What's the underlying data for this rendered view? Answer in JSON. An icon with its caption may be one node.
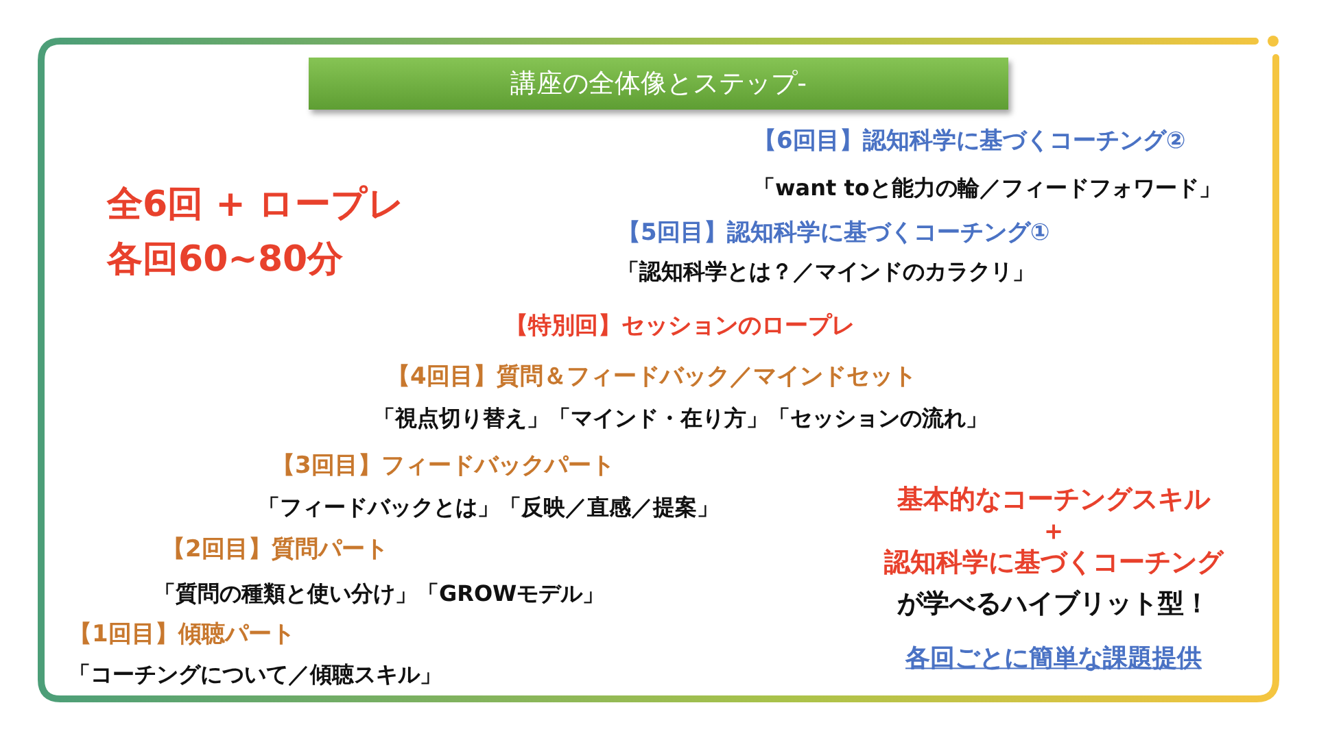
{
  "diagram": {
    "title": "講座の全体像とステップ-",
    "labels": [
      "【6回目】認知科学に基づくコーチング②",
      "「want toと能力の輪／フィードフォワード」",
      "全6回 + ロープレ",
      "各回60~80分",
      "【5回目】認知科学に基づくコーチング①",
      "「認知科学とは？／マインドのカラクリ」",
      "【特別回】セッションのロープレ",
      "【4回目】質問＆フィードバック／マインドセット",
      "「視点切り替え」「マインド・在り方」「セッションの流れ」",
      "【3回目】フィードバックパート",
      "「フィードバックとは」「反映／直感／提案」",
      "基本的なコーチングスキル",
      "＋",
      "【2回目】質問パート",
      "認知科学に基づくコーチング",
      "「質問の種類と使い分け」「GROWモデル」",
      "が学べるハイブリット型！",
      "【1回目】傾聴パート",
      "各回ごとに簡単な課題提供",
      "「コーチングについて／傾聴スキル」"
    ]
  }
}
